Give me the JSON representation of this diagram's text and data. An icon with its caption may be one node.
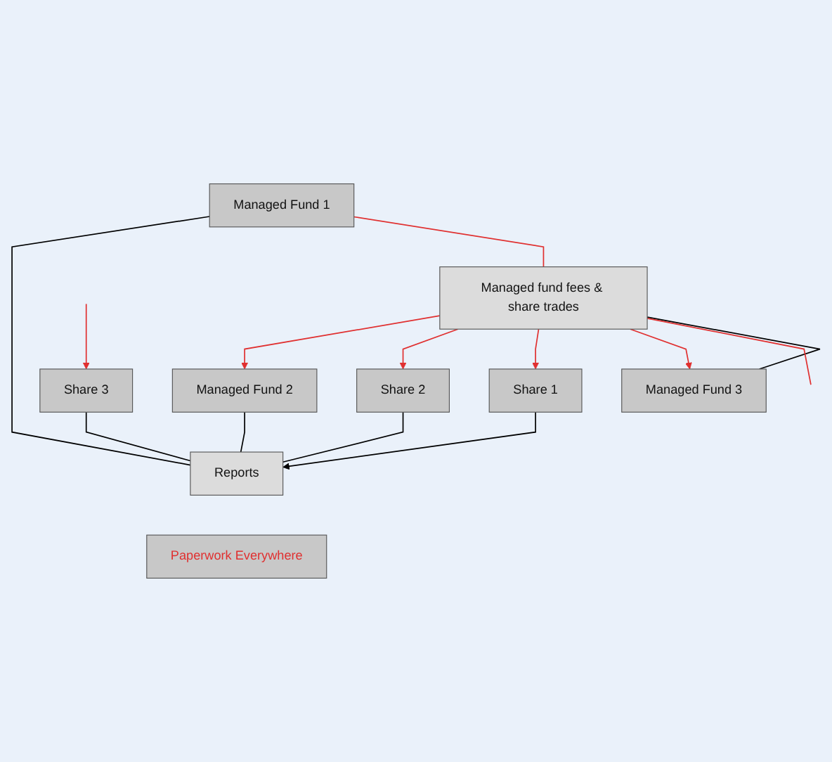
{
  "diagram": {
    "nodes": [
      {
        "text": [
          "Managed Fund 1"
        ]
      },
      {
        "text": [
          "Managed Fund 2"
        ]
      },
      {
        "text": [
          "Share 2"
        ]
      },
      {
        "text": [
          "Share 1"
        ]
      },
      {
        "text": [
          "Share 3"
        ]
      },
      {
        "text": [
          "Managed Fund 3"
        ]
      },
      {
        "text": [
          "Reports"
        ]
      },
      {
        "text": [
          "Managed fund fees & share trades"
        ]
      },
      {
        "text": [
          "Paperwork Everywhere"
        ]
      }
    ],
    "edges": [
      {
        "from": 0,
        "to": 6,
        "arrow": "none",
        "color": "#000000"
      },
      {
        "from": 1,
        "to": 6,
        "arrow": "none",
        "color": "#000000"
      },
      {
        "from": 2,
        "to": 6,
        "arrow": "none",
        "color": "#000000"
      },
      {
        "from": 4,
        "to": 6,
        "arrow": "none",
        "color": "#000000"
      },
      {
        "from": 5,
        "to": 7,
        "arrow": "none",
        "color": "#000000"
      },
      {
        "from": 3,
        "to": 6,
        "arrow": "to",
        "color": "#000000"
      },
      {
        "from": 7,
        "to": 1,
        "arrow": "to"
      },
      {
        "from": 7,
        "to": 2,
        "arrow": "to"
      },
      {
        "from": 7,
        "to": 3,
        "arrow": "to"
      },
      {
        "from": 7,
        "to": 5,
        "arrow": "to"
      },
      {
        "from": 0,
        "to": 7,
        "arrow": "none"
      },
      {
        "from": null,
        "to": 4,
        "arrow": "to"
      },
      {
        "from": 7,
        "to": null,
        "arrow": "none"
      }
    ]
  }
}
